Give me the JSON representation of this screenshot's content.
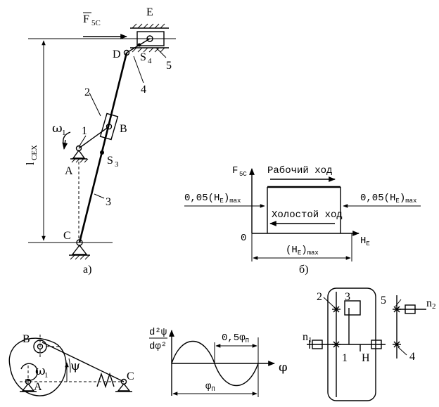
{
  "mechanism_a": {
    "force_label": "F",
    "force_sub": "5C",
    "point_E": "E",
    "point_D": "D",
    "point_S4": "S",
    "point_S4_sub": "4",
    "link_5": "5",
    "link_4": "4",
    "link_2": "2",
    "link_1": "1",
    "point_B": "B",
    "omega": "ω",
    "omega_sub": "1",
    "point_A": "A",
    "point_S3": "S",
    "point_S3_sub": "3",
    "link_3": "3",
    "point_C": "C",
    "dimension": "l",
    "dimension_sub": "CEX",
    "caption": "а)"
  },
  "force_diagram_b": {
    "y_label": "F",
    "y_label_sub": "5C",
    "work_stroke": "Рабочий ход",
    "idle_stroke": "Холостой ход",
    "left_tol": "0,05(H",
    "left_tol_sub": "E",
    "left_tol_end": ")",
    "left_tol_max": "max",
    "right_tol": "0,05(H",
    "right_tol_sub": "E",
    "right_tol_end": ")",
    "right_tol_max": "max",
    "origin": "0",
    "x_label": "H",
    "x_label_sub": "E",
    "range_label": "(H",
    "range_sub": "E",
    "range_end": ")",
    "range_max": "max",
    "caption": "б)"
  },
  "cam": {
    "point_B": "B",
    "omega": "ω",
    "omega_sub": "1",
    "psi": "ψ",
    "point_A": "A",
    "point_C": "C"
  },
  "cam_law": {
    "num": "d²ψ",
    "den": "dφ²",
    "half_phase": "0,5φ",
    "half_phase_sub": "П",
    "phase": "φ",
    "phase_sub": "П",
    "x_axis": "φ"
  },
  "gearbox": {
    "gear_2": "2",
    "gear_3": "3",
    "gear_5": "5",
    "n1": "n",
    "n1_sub": "1",
    "n2": "n",
    "n2_sub": "2",
    "gear_1": "1",
    "carrier": "H",
    "gear_4": "4"
  }
}
